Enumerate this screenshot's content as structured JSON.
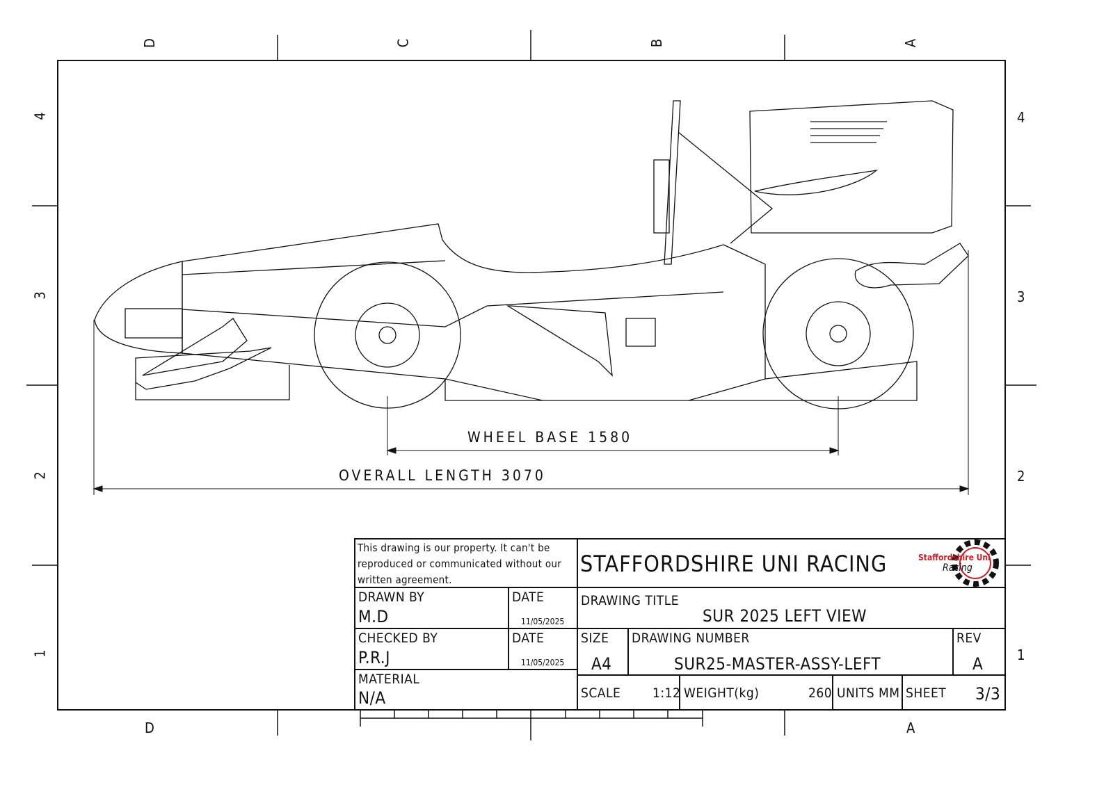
{
  "zones": {
    "columns": [
      "D",
      "C",
      "B",
      "A"
    ],
    "rows": [
      "4",
      "3",
      "2",
      "1"
    ]
  },
  "dimensions": {
    "wheel_base": "WHEEL BASE 1580",
    "overall_length": "OVERALL LENGTH 3070"
  },
  "title_block": {
    "notice": "This drawing is our property. It can't be reproduced or communicated without our written agreement.",
    "company": "STAFFORDSHIRE UNI RACING",
    "logo_text": [
      "Staffordshire Uni",
      "Racing"
    ],
    "drawn_by_label": "DRAWN BY",
    "drawn_by": "M.D",
    "date_label": "DATE",
    "drawn_date": "11/05/2025",
    "checked_by_label": "CHECKED BY",
    "checked_by": "P.R.J",
    "checked_date": "11/05/2025",
    "material_label": "MATERIAL",
    "material": "N/A",
    "drawing_title_label": "DRAWING TITLE",
    "drawing_title": "SUR 2025 LEFT VIEW",
    "size_label": "SIZE",
    "size": "A4",
    "drawing_number_label": "DRAWING NUMBER",
    "drawing_number": "SUR25-MASTER-ASSY-LEFT",
    "rev_label": "REV",
    "rev": "A",
    "scale_label": "SCALE",
    "scale": "1:12",
    "weight_label": "WEIGHT(kg)",
    "weight": "260",
    "units_label": "UNITS MM",
    "sheet_label": "SHEET",
    "sheet": "3/3"
  },
  "colors": {
    "logo_red": "#c8202a",
    "line": "#111111"
  }
}
